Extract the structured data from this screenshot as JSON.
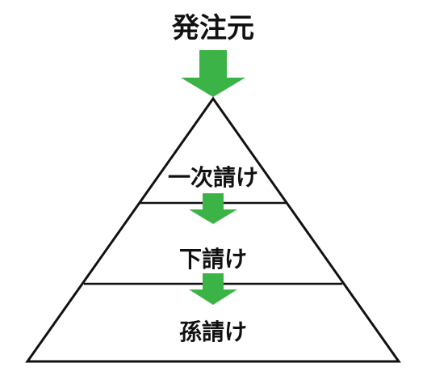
{
  "diagram": {
    "top_label": "発注元",
    "tiers": [
      {
        "label": "一次請け"
      },
      {
        "label": "下請け"
      },
      {
        "label": "孫請け"
      }
    ]
  },
  "colors": {
    "arrow": "#3cb346",
    "outline": "#111111",
    "background": "#ffffff"
  }
}
